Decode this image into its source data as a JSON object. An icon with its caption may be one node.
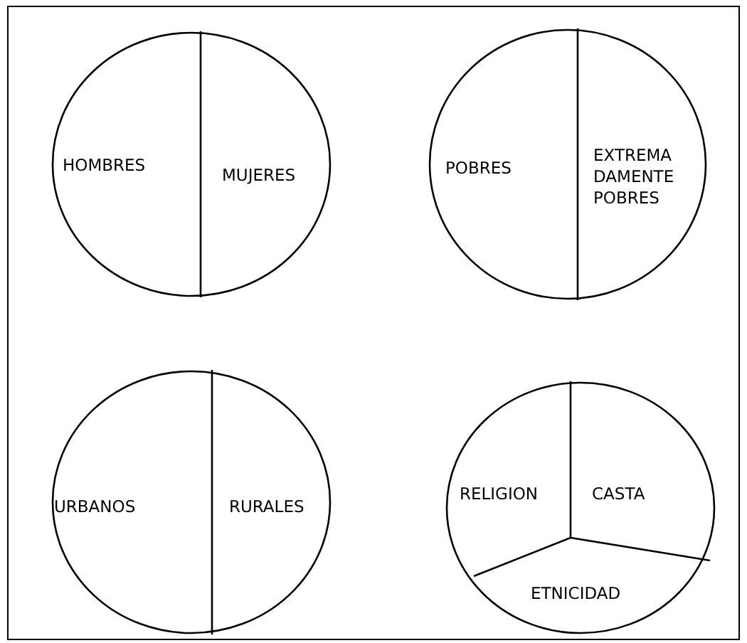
{
  "diagram": {
    "nodes": [
      {
        "text": [
          "HOMBRES",
          "MUJERES"
        ]
      },
      {
        "text": [
          "POBRES",
          "EXTREMADAMENTE POBRES"
        ]
      },
      {
        "text": [
          "URBANOS",
          "RURALES"
        ]
      },
      {
        "text": [
          "RELIGION",
          "CASTA",
          "ETNICIDAD"
        ]
      }
    ]
  }
}
